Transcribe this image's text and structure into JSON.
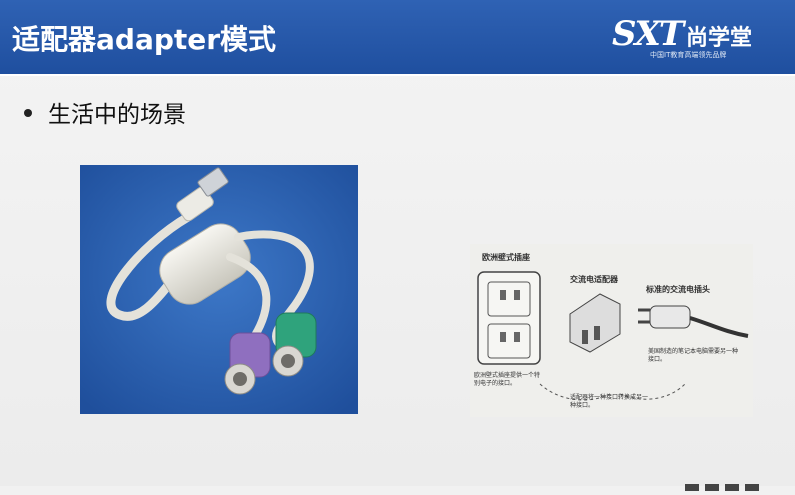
{
  "slide": {
    "title": "适配器adapter模式",
    "bullet": "生活中的场景"
  },
  "logo": {
    "brand_letters": "SXT",
    "brand_name": "尚学堂",
    "tagline": "中国IT教育高端领先品牌"
  },
  "sketch": {
    "label_socket": "欧洲壁式插座",
    "label_adapter": "交流电适配器",
    "label_plug": "标准的交流电插头",
    "caption_left": "欧洲壁式插座提供一个特别电子的接口。",
    "caption_middle": "适配器将一种接口转换成另一种接口。",
    "caption_right": "美国制造的笔记本电脑需要另一种接口。"
  },
  "colors": {
    "header": "#2f62b4",
    "photo_bg": "#2a5fb0",
    "cable": "#e8e6df",
    "ps2_purple": "#8f6fbf",
    "ps2_green": "#2fa37c"
  }
}
